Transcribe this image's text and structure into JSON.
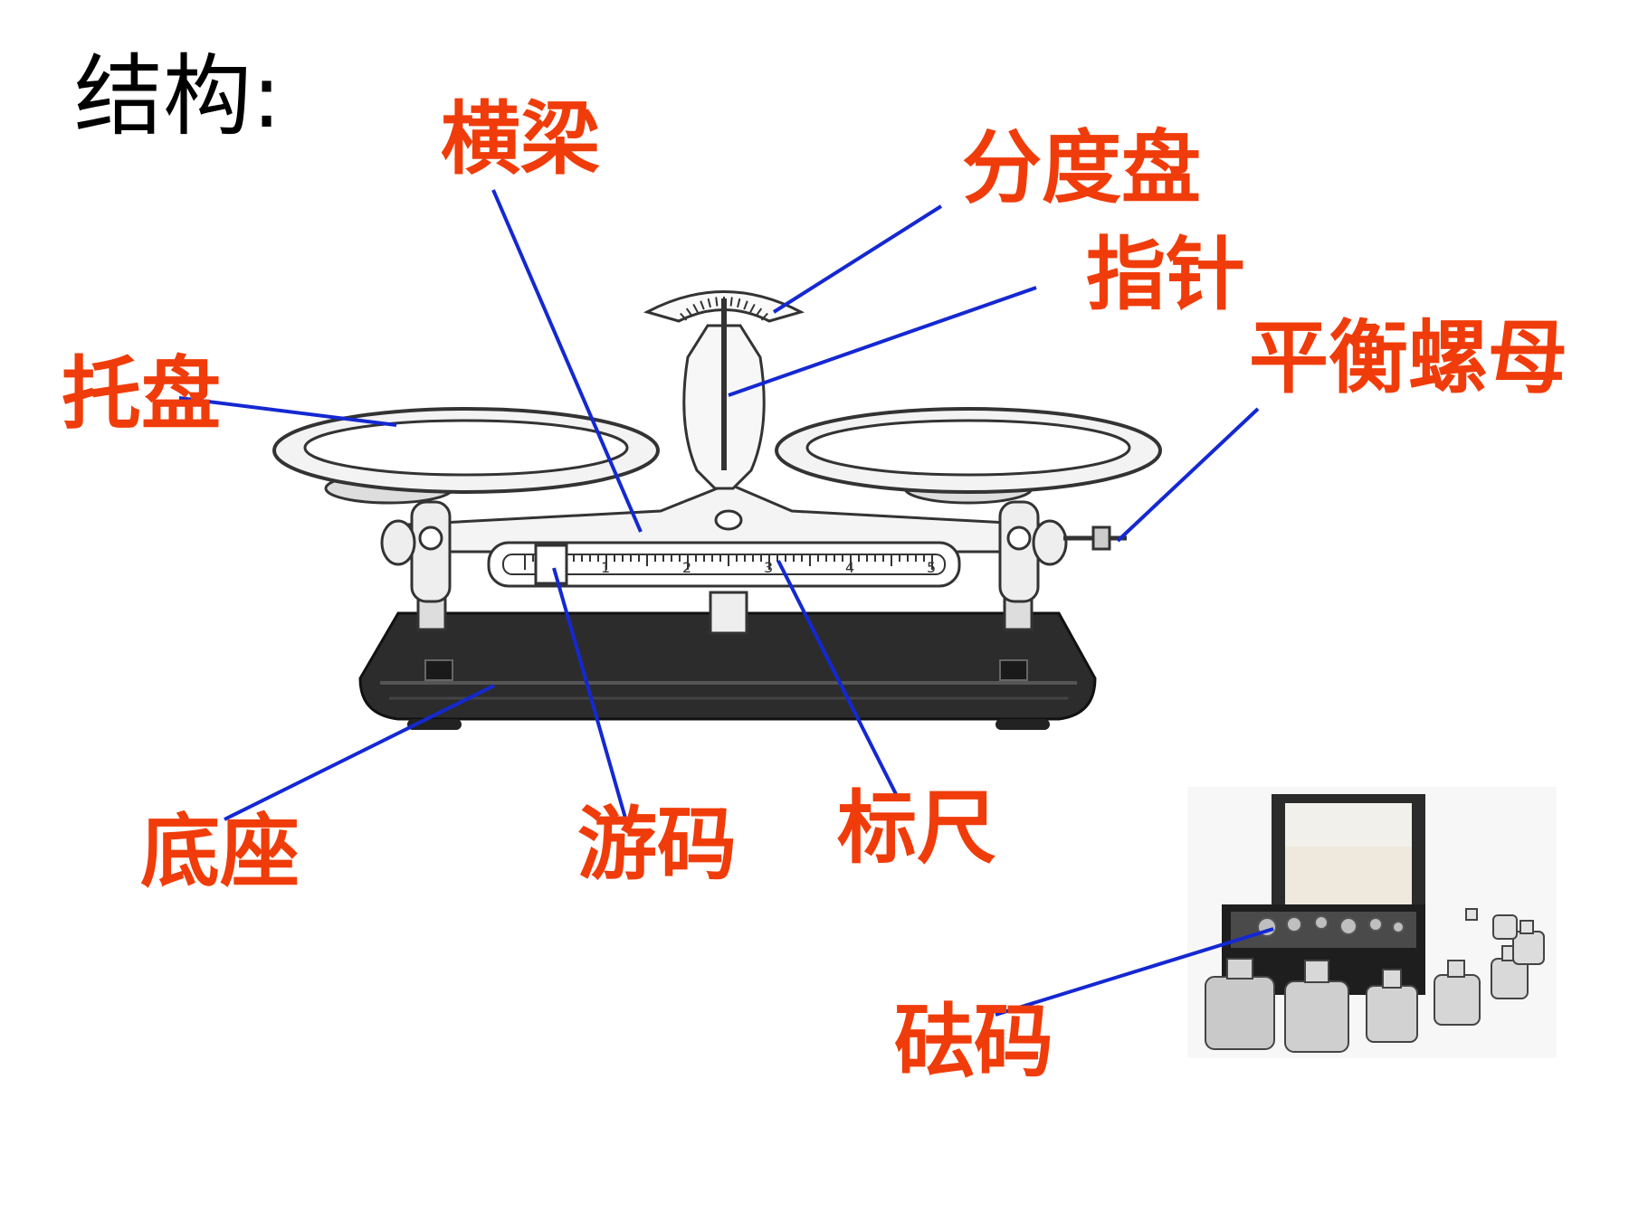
{
  "title": "结构:",
  "colors": {
    "label": "#f03c0a",
    "leader_line": "#1428d2",
    "base": "#2c2c2c",
    "outline": "#333333"
  },
  "labels": {
    "beam": "横梁",
    "dial": "分度盘",
    "pointer": "指针",
    "balance_nut": "平衡螺母",
    "tray": "托盘",
    "base": "底座",
    "rider": "游码",
    "scale_ruler": "标尺",
    "weights": "砝码"
  },
  "scale_ticks": [
    "1",
    "2",
    "3",
    "4",
    "5"
  ]
}
